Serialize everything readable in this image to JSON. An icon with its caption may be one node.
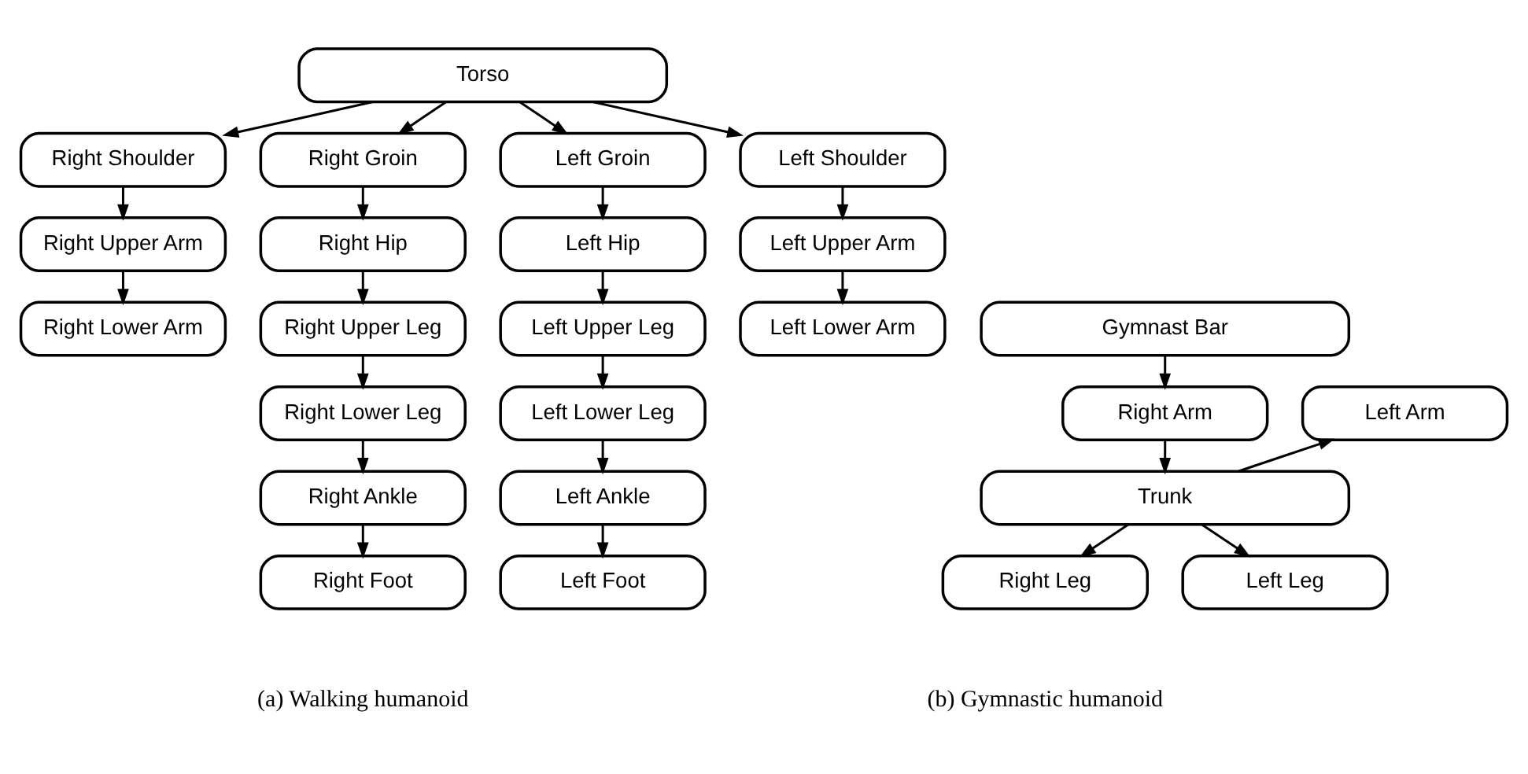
{
  "diagram": {
    "nodes": [
      {
        "text": [
          "Torso"
        ]
      },
      {
        "text": [
          "Right Shoulder"
        ]
      },
      {
        "text": [
          "Right Upper Arm"
        ]
      },
      {
        "text": [
          "Right Lower Arm"
        ]
      },
      {
        "text": [
          "Right Groin"
        ]
      },
      {
        "text": [
          "Right Hip"
        ]
      },
      {
        "text": [
          "Right Upper Leg"
        ]
      },
      {
        "text": [
          "Right Lower Leg"
        ]
      },
      {
        "text": [
          "Right Ankle"
        ]
      },
      {
        "text": [
          "Right Foot"
        ]
      },
      {
        "text": [
          "Left Groin"
        ]
      },
      {
        "text": [
          "Left Hip"
        ]
      },
      {
        "text": [
          "Left Upper Leg"
        ]
      },
      {
        "text": [
          "Left Lower Leg"
        ]
      },
      {
        "text": [
          "Left Ankle"
        ]
      },
      {
        "text": [
          "Left Foot"
        ]
      },
      {
        "text": [
          "Left Shoulder"
        ]
      },
      {
        "text": [
          "Left Upper Arm"
        ]
      },
      {
        "text": [
          "Left Lower Arm"
        ]
      },
      {
        "text": [
          "Gymnast Bar"
        ]
      },
      {
        "text": [
          "Right Arm"
        ]
      },
      {
        "text": [
          "Left Arm"
        ]
      },
      {
        "text": [
          "Trunk"
        ]
      },
      {
        "text": [
          "Right Leg"
        ]
      },
      {
        "text": [
          "Left Leg"
        ]
      }
    ],
    "edges": [
      {
        "from": 0,
        "to": 1,
        "arrow": "to"
      },
      {
        "from": 0,
        "to": 4,
        "arrow": "to"
      },
      {
        "from": 0,
        "to": 10,
        "arrow": "to"
      },
      {
        "from": 0,
        "to": 16,
        "arrow": "to"
      },
      {
        "from": 1,
        "to": 2,
        "arrow": "to"
      },
      {
        "from": 2,
        "to": 3,
        "arrow": "to"
      },
      {
        "from": 4,
        "to": 5,
        "arrow": "to"
      },
      {
        "from": 5,
        "to": 6,
        "arrow": "to"
      },
      {
        "from": 6,
        "to": 7,
        "arrow": "to"
      },
      {
        "from": 7,
        "to": 8,
        "arrow": "to"
      },
      {
        "from": 8,
        "to": 9,
        "arrow": "to"
      },
      {
        "from": 10,
        "to": 11,
        "arrow": "to"
      },
      {
        "from": 11,
        "to": 12,
        "arrow": "to"
      },
      {
        "from": 12,
        "to": 13,
        "arrow": "to"
      },
      {
        "from": 13,
        "to": 14,
        "arrow": "to"
      },
      {
        "from": 14,
        "to": 15,
        "arrow": "to"
      },
      {
        "from": 16,
        "to": 17,
        "arrow": "to"
      },
      {
        "from": 17,
        "to": 18,
        "arrow": "to"
      },
      {
        "from": 19,
        "to": 20,
        "arrow": "to"
      },
      {
        "from": 20,
        "to": 22,
        "arrow": "to"
      },
      {
        "from": 22,
        "to": 21,
        "arrow": "to"
      },
      {
        "from": 22,
        "to": 23,
        "arrow": "to"
      },
      {
        "from": 22,
        "to": 24,
        "arrow": "to"
      }
    ],
    "labels": [
      "(a) Walking humanoid",
      "(b) Gymnastic humanoid"
    ]
  }
}
